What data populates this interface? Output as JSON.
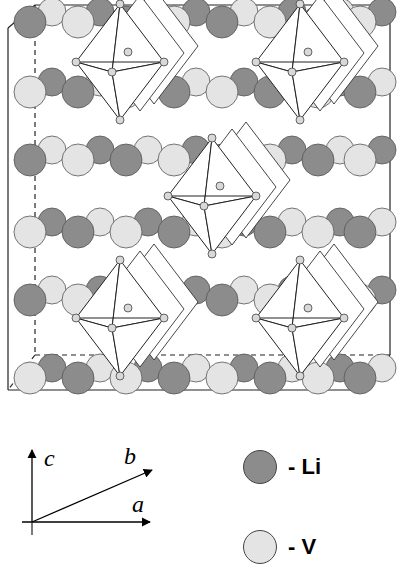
{
  "diagram": {
    "labels": [
      "c",
      "b",
      "a"
    ],
    "legend": [
      {
        "text": "- Li",
        "color": "#8c8c8c"
      },
      {
        "text": "- V",
        "color": "#e4e4e4"
      }
    ]
  }
}
